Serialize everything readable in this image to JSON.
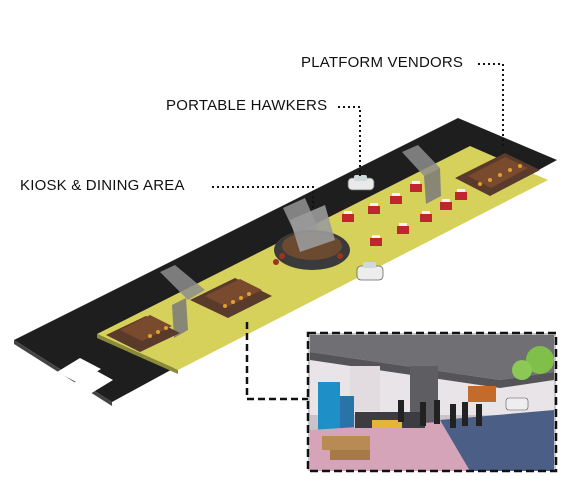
{
  "labels": {
    "platform_vendors": "PLATFORM VENDORS",
    "portable_hawkers": "PORTABLE HAWKERS",
    "kiosk_dining": "KIOSK & DINING AREA"
  },
  "colors": {
    "road": "#1f1f1f",
    "platform": "#d8d35a",
    "platform_edge": "#8a8a3a",
    "pillar": "#8d8d8d",
    "kiosk_roof": "#9a9a9a",
    "stall_red": "#c0272d",
    "bench": "#6b3a2a",
    "leader_line": "#111111"
  },
  "icons": [
    "car-icon",
    "car-icon",
    "hawker-cart-icon",
    "kiosk-icon",
    "crosswalk-icon"
  ]
}
